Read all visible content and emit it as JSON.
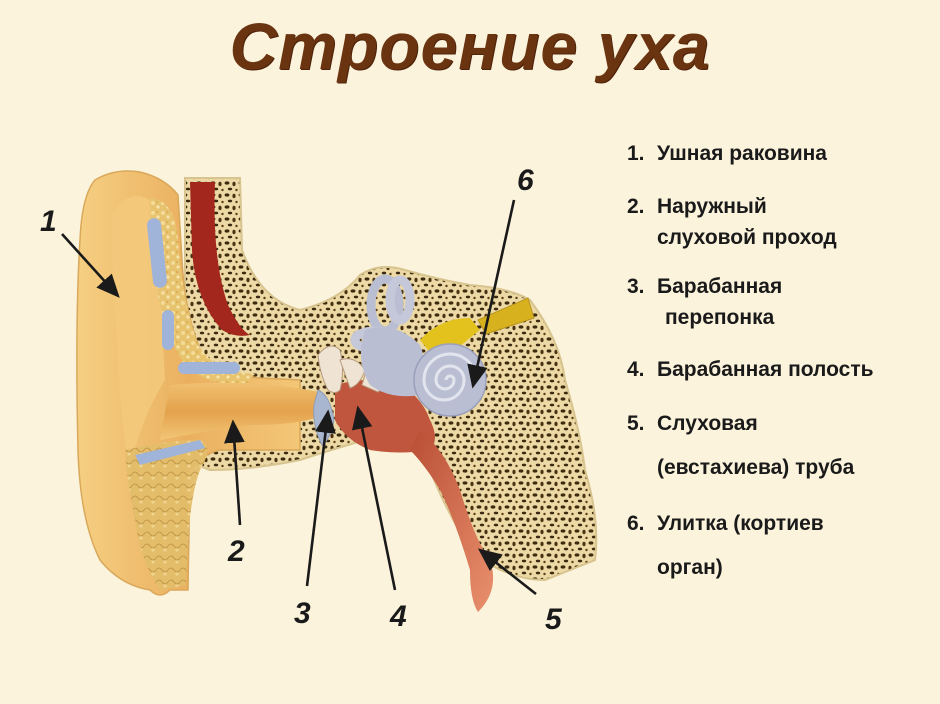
{
  "title": "Строение уха",
  "colors": {
    "background": "#fbf3dc",
    "title": "#6b3410",
    "skin": "#f2c577",
    "skin_dark": "#e2a550",
    "bone_base": "#e9d7a3",
    "bone_spots": "#3b2a10",
    "cartilage_blue": "#9fb4d8",
    "blood_vessel": "#a3271c",
    "cavity": "#c0563d",
    "labyrinth": "#b9bed3",
    "nerve": "#e4c21e",
    "text": "#1a1a1a"
  },
  "legend": [
    {
      "num": "1.",
      "lines": [
        "Ушная раковина"
      ]
    },
    {
      "num": "2.",
      "lines": [
        "Наружный",
        "слуховой проход"
      ]
    },
    {
      "num": "3.",
      "lines": [
        "Барабанная",
        " перепонка"
      ]
    },
    {
      "num": "4.",
      "lines": [
        "Барабанная полость"
      ]
    },
    {
      "num": "5.",
      "lines": [
        "Слуховая",
        "(евстахиева) труба"
      ]
    },
    {
      "num": "6.",
      "lines": [
        "Улитка (кортиев",
        "орган)"
      ]
    }
  ],
  "callouts": [
    {
      "label": "1",
      "target": "Ушная раковина"
    },
    {
      "label": "2",
      "target": "Наружный слуховой проход"
    },
    {
      "label": "3",
      "target": "Барабанная перепонка"
    },
    {
      "label": "4",
      "target": "Барабанная полость"
    },
    {
      "label": "5",
      "target": "Слуховая (евстахиева) труба"
    },
    {
      "label": "6",
      "target": "Улитка (кортиев орган)"
    }
  ]
}
